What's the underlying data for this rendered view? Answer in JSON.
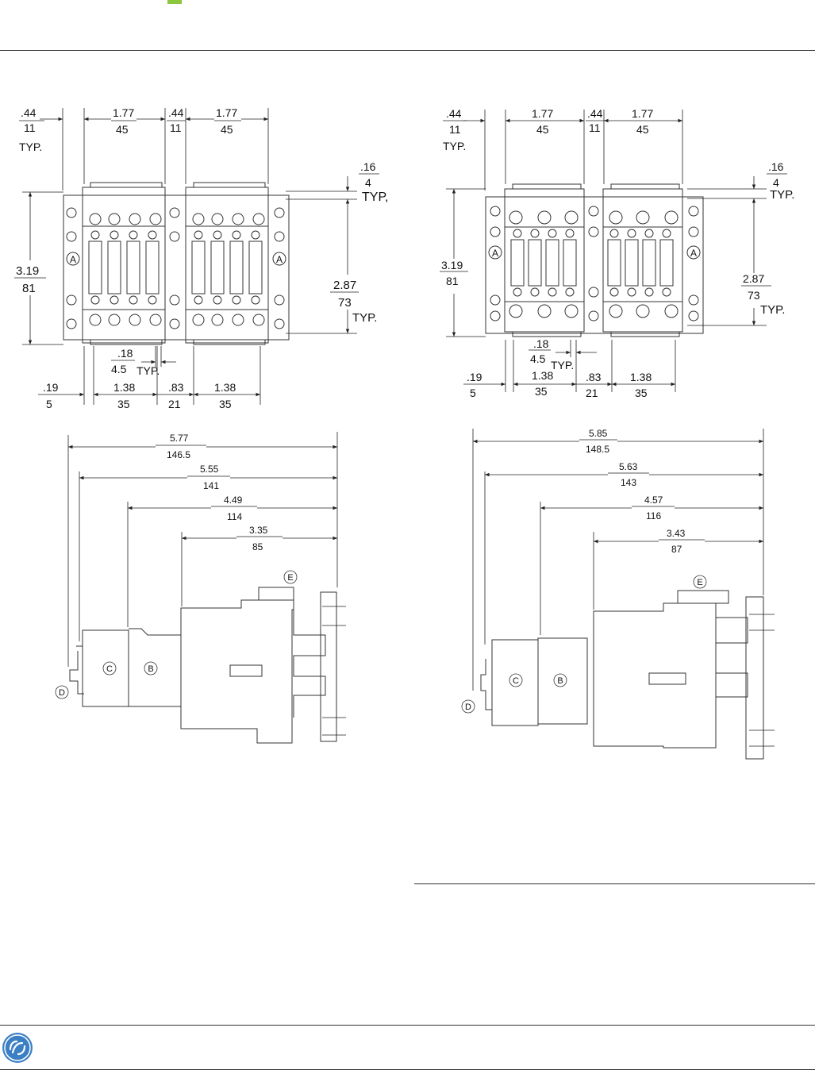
{
  "colors": {
    "accent_green": "#8dc63f",
    "logo_blue": "#3b7fc4",
    "line": "#333333"
  },
  "top_left": {
    "w1": [
      ".44",
      "11"
    ],
    "typ1": "TYP.",
    "w2": [
      "1.77",
      "45"
    ],
    "w3": [
      ".44",
      "11"
    ],
    "w4": [
      "1.77",
      "45"
    ],
    "r1": [
      ".16",
      "4"
    ],
    "r1typ": "TYP,",
    "h1": [
      "3.19",
      "81"
    ],
    "h2": [
      "2.87",
      "73"
    ],
    "h2typ": "TYP.",
    "b1": [
      ".18",
      "4.5"
    ],
    "b1typ": "TYP.",
    "b2": [
      ".19",
      "5"
    ],
    "b3": [
      "1.38",
      "35"
    ],
    "b4": [
      ".83",
      "21"
    ],
    "b5": [
      "1.38",
      "35"
    ],
    "labelA": "A"
  },
  "top_right": {
    "w1": [
      ".44",
      "11"
    ],
    "typ1": "TYP.",
    "w2": [
      "1.77",
      "45"
    ],
    "w3": [
      ".44",
      "11"
    ],
    "w4": [
      "1.77",
      "45"
    ],
    "r1": [
      ".16",
      "4"
    ],
    "r1typ": "TYP.",
    "h1": [
      "3.19",
      "81"
    ],
    "h2": [
      "2.87",
      "73"
    ],
    "h2typ": "TYP.",
    "b1": [
      ".18",
      "4.5"
    ],
    "b1typ": "TYP.",
    "b2": [
      ".19",
      "5"
    ],
    "b3": [
      "1.38",
      "35"
    ],
    "b4": [
      ".83",
      "21"
    ],
    "b5": [
      "1.38",
      "35"
    ],
    "labelA": "A"
  },
  "side_left": {
    "d1": [
      "5.77",
      "146.5"
    ],
    "d2": [
      "5.55",
      "141"
    ],
    "d3": [
      "4.49",
      "114"
    ],
    "d4": [
      "3.35",
      "85"
    ],
    "labels": [
      "E",
      "C",
      "B",
      "D"
    ]
  },
  "side_right": {
    "d1": [
      "5.85",
      "148.5"
    ],
    "d2": [
      "5.63",
      "143"
    ],
    "d3": [
      "4.57",
      "116"
    ],
    "d4": [
      "3.43",
      "87"
    ],
    "labels": [
      "E",
      "C",
      "B",
      "D"
    ]
  }
}
